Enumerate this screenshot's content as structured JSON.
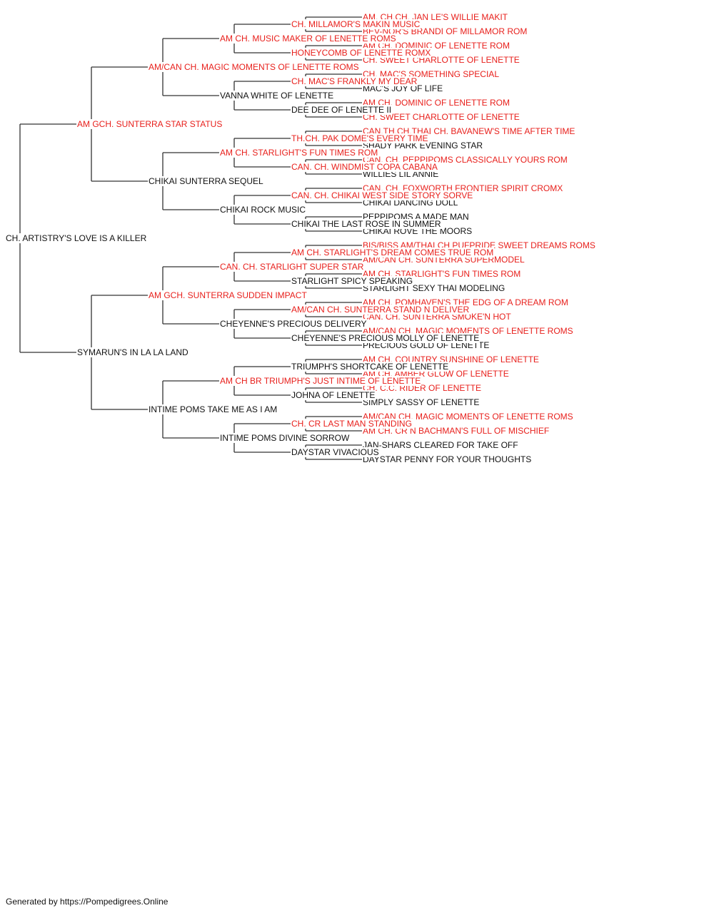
{
  "colors": {
    "titled": "#e8201c",
    "plain": "#111111",
    "line": "#333333"
  },
  "footer": "Generated by https://Pompedigrees.Online",
  "pedigree": {
    "name": "CH. ARTISTRY'S LOVE IS A KILLER",
    "titled": false,
    "sire": {
      "name": "AM GCH. SUNTERRA STAR STATUS",
      "titled": true,
      "sire": {
        "name": "AM/CAN CH. MAGIC MOMENTS OF LENETTE ROMS",
        "titled": true,
        "sire": {
          "name": "AM CH. MUSIC MAKER OF LENETTE ROMS",
          "titled": true,
          "sire": {
            "name": "CH. MILLAMOR'S MAKIN MUSIC",
            "titled": true,
            "sire": {
              "name": "AM. CH.CH. JAN LE'S WILLIE MAKIT",
              "titled": true
            },
            "dam": {
              "name": "BEV-NOR'S BRANDI OF MILLAMOR ROM",
              "titled": true
            }
          },
          "dam": {
            "name": "HONEYCOMB OF LENETTE ROMX",
            "titled": true,
            "sire": {
              "name": "AM CH. DOMINIC OF LENETTE ROM",
              "titled": true
            },
            "dam": {
              "name": "CH. SWEET CHARLOTTE OF LENETTE",
              "titled": true
            }
          }
        },
        "dam": {
          "name": "VANNA WHITE OF LENETTE",
          "titled": false,
          "sire": {
            "name": "CH. MAC'S FRANKLY MY DEAR",
            "titled": true,
            "sire": {
              "name": "CH. MAC'S SOMETHING SPECIAL",
              "titled": true
            },
            "dam": {
              "name": "MAC'S JOY OF LIFE",
              "titled": false
            }
          },
          "dam": {
            "name": "DEE DEE OF LENETTE II",
            "titled": false,
            "sire": {
              "name": "AM CH. DOMINIC OF LENETTE ROM",
              "titled": true
            },
            "dam": {
              "name": "CH. SWEET CHARLOTTE OF LENETTE",
              "titled": true
            }
          }
        }
      },
      "dam": {
        "name": "CHIKAI SUNTERRA SEQUEL",
        "titled": false,
        "sire": {
          "name": "AM CH. STARLIGHT'S FUN TIMES ROM",
          "titled": true,
          "sire": {
            "name": "TH.CH. PAK DOME'S EVERY TIME",
            "titled": true,
            "sire": {
              "name": "CAN.TH.CH.THAI CH. BAVANEW'S TIME AFTER TIME",
              "titled": true
            },
            "dam": {
              "name": "SHADY PARK EVENING STAR",
              "titled": false
            }
          },
          "dam": {
            "name": "CAN. CH. WINDMIST COPA CABANA",
            "titled": true,
            "sire": {
              "name": "CAN. CH. PEPPIPOMS CLASSICALLY YOURS ROM",
              "titled": true
            },
            "dam": {
              "name": "WILLIES LIL ANNIE",
              "titled": false
            }
          }
        },
        "dam": {
          "name": "CHIKAI ROCK MUSIC",
          "titled": false,
          "sire": {
            "name": "CAN. CH. CHIKAI WEST SIDE STORY SORVE",
            "titled": true,
            "sire": {
              "name": "CAN. CH. FOXWORTH FRONTIER SPIRIT CROMX",
              "titled": true
            },
            "dam": {
              "name": "CHIKAI DANCING DOLL",
              "titled": false
            }
          },
          "dam": {
            "name": "CHIKAI THE LAST ROSE IN SUMMER",
            "titled": false,
            "sire": {
              "name": "PEPPIPOMS A MADE MAN",
              "titled": false
            },
            "dam": {
              "name": "CHIKAI ROVE THE MOORS",
              "titled": false
            }
          }
        }
      }
    },
    "dam": {
      "name": "SYMARUN'S IN LA LA LAND",
      "titled": false,
      "sire": {
        "name": "AM GCH. SUNTERRA SUDDEN IMPACT",
        "titled": true,
        "sire": {
          "name": "CAN. CH. STARLIGHT SUPER STAR",
          "titled": true,
          "sire": {
            "name": "AM CH. STARLIGHT'S DREAM COMES TRUE ROM",
            "titled": true,
            "sire": {
              "name": "BIS/BISS AM/THAI CH PUFPRIDE SWEET DREAMS ROMS",
              "titled": true
            },
            "dam": {
              "name": "AM/CAN CH. SUNTERRA SUPERMODEL",
              "titled": true
            }
          },
          "dam": {
            "name": "STARLIGHT SPICY SPEAKING",
            "titled": false,
            "sire": {
              "name": "AM CH. STARLIGHT'S FUN TIMES ROM",
              "titled": true
            },
            "dam": {
              "name": "STARLIGHT SEXY THAI MODELING",
              "titled": false
            }
          }
        },
        "dam": {
          "name": "CHEYENNE'S PRECIOUS DELIVERY",
          "titled": false,
          "sire": {
            "name": "AM/CAN CH. SUNTERRA STAND N DELIVER",
            "titled": true,
            "sire": {
              "name": "AM CH. POMHAVEN'S THE EDG OF A DREAM ROM",
              "titled": true
            },
            "dam": {
              "name": "CAN. CH. SUNTERRA SMOKE'N HOT",
              "titled": true
            }
          },
          "dam": {
            "name": "CHEYENNE'S PRECIOUS MOLLY OF LENETTE",
            "titled": false,
            "sire": {
              "name": "AM/CAN CH. MAGIC MOMENTS OF LENETTE ROMS",
              "titled": true
            },
            "dam": {
              "name": "PRECIOUS GOLD OF LENETTE",
              "titled": false
            }
          }
        }
      },
      "dam": {
        "name": "INTIME POMS TAKE ME AS I AM",
        "titled": false,
        "sire": {
          "name": "AM CH BR TRIUMPH'S JUST INTIME OF LENETTE",
          "titled": true,
          "sire": {
            "name": "TRIUMPH'S SHORTCAKE OF LENETTE",
            "titled": false,
            "sire": {
              "name": "AM CH. COUNTRY SUNSHINE OF LENETTE",
              "titled": true
            },
            "dam": {
              "name": "AM CH. AMBER GLOW OF LENETTE",
              "titled": true
            }
          },
          "dam": {
            "name": "JOHNA OF LENETTE",
            "titled": false,
            "sire": {
              "name": "CH. C.C. RIDER OF LENETTE",
              "titled": true
            },
            "dam": {
              "name": "SIMPLY SASSY OF LENETTE",
              "titled": false
            }
          }
        },
        "dam": {
          "name": "INTIME POMS DIVINE SORROW",
          "titled": false,
          "sire": {
            "name": "CH. CR LAST MAN STANDING",
            "titled": true,
            "sire": {
              "name": "AM/CAN CH. MAGIC MOMENTS OF LENETTE ROMS",
              "titled": true
            },
            "dam": {
              "name": "AM CH. CR N BACHMAN'S FULL OF MISCHIEF",
              "titled": true
            }
          },
          "dam": {
            "name": "DAYSTAR VIVACIOUS",
            "titled": false,
            "sire": {
              "name": "JAN-SHARS CLEARED FOR TAKE OFF",
              "titled": false
            },
            "dam": {
              "name": "DAYSTAR PENNY FOR YOUR THOUGHTS",
              "titled": false
            }
          }
        }
      }
    }
  }
}
